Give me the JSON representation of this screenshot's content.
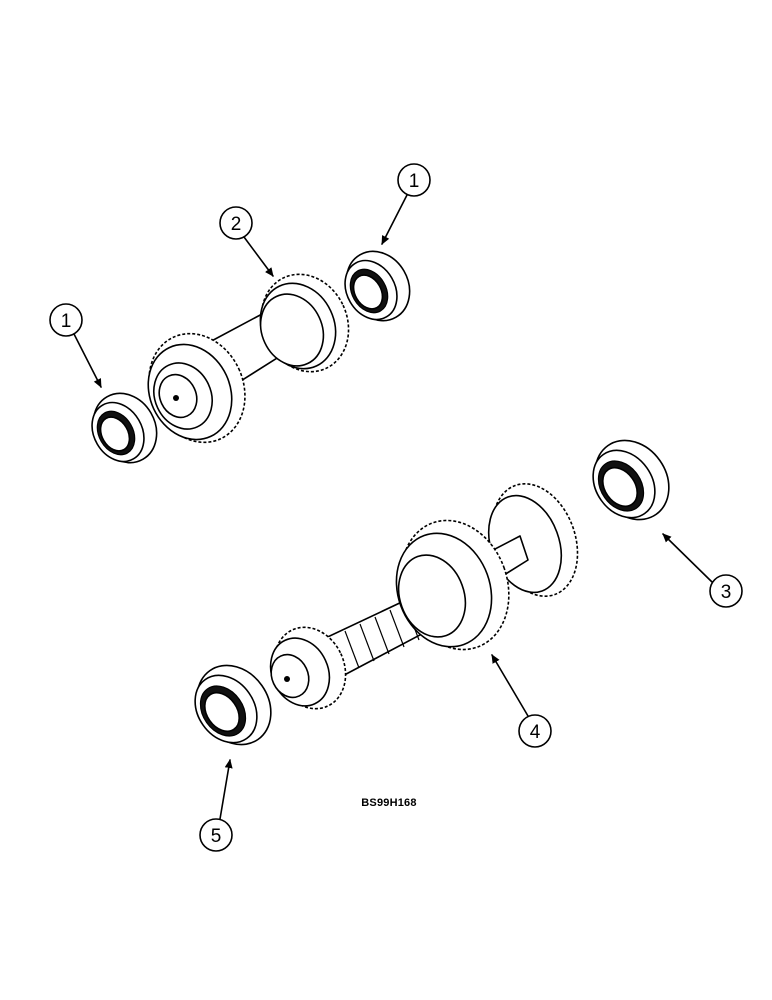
{
  "callouts": {
    "bearing_top_right": "1",
    "bearing_top_left": "1",
    "gear_shaft_upper": "2",
    "bearing_right": "3",
    "gear_shaft_lower": "4",
    "bearing_lower_left": "5"
  },
  "figure_id": "BS99H168"
}
